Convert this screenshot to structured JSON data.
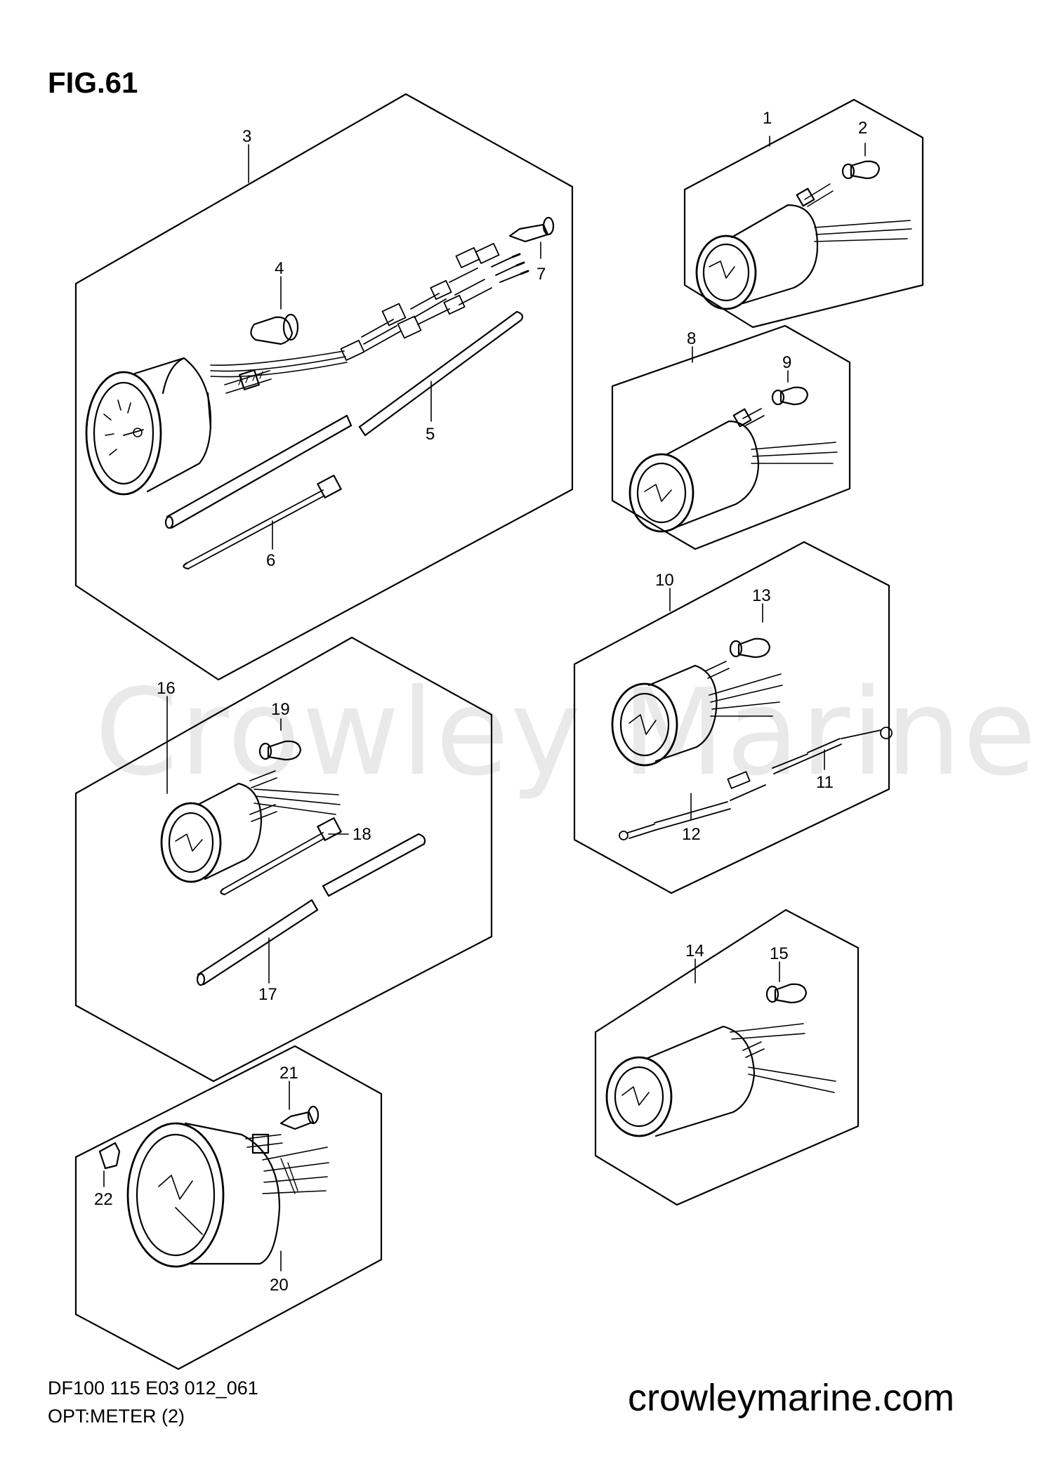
{
  "figure": {
    "title": "FIG.61",
    "watermark": "Crowley Marine",
    "code": "DF100 115 E03 012_061",
    "caption": "OPT:METER (2)",
    "site": "crowleymarine.com"
  },
  "callouts": [
    "1",
    "2",
    "3",
    "4",
    "5",
    "6",
    "7",
    "8",
    "9",
    "10",
    "11",
    "12",
    "13",
    "14",
    "15",
    "16",
    "17",
    "18",
    "19",
    "20",
    "21",
    "22"
  ],
  "colors": {
    "line": "#000000",
    "watermark": "#e9e9e9",
    "background": "#ffffff"
  }
}
